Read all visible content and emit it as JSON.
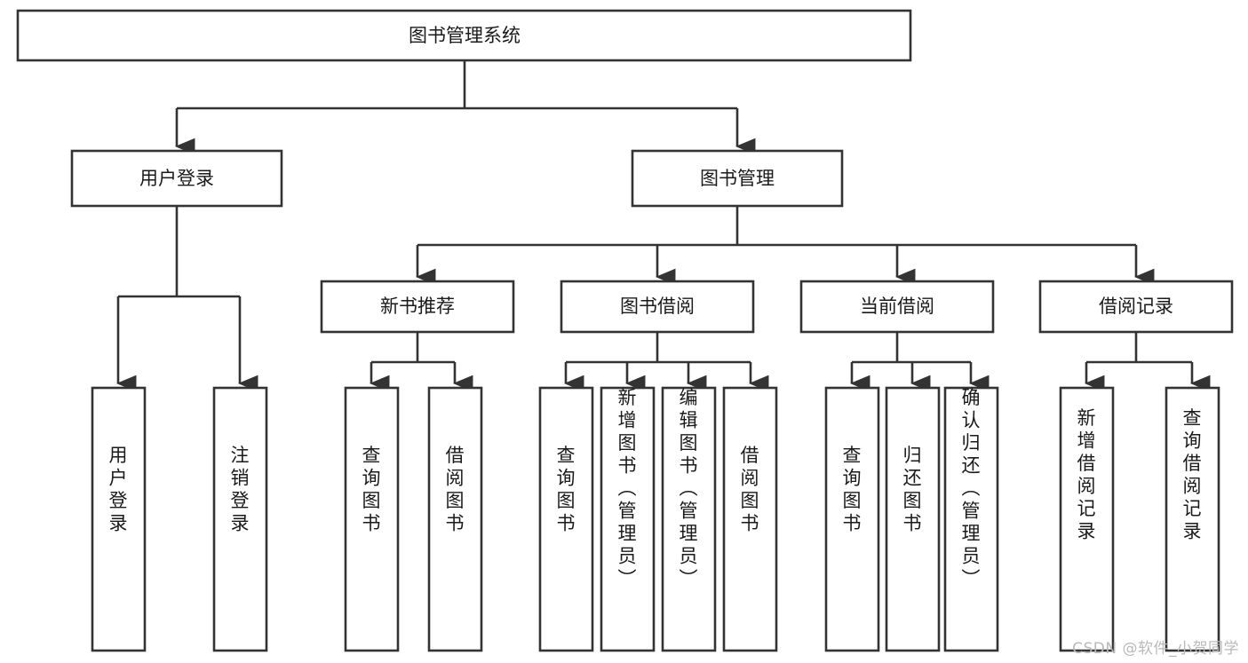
{
  "diagram": {
    "type": "tree-hierarchy",
    "title": "图书管理系统",
    "watermark": "CSDN @软件_小贺同学",
    "colors": {
      "stroke": "#333333",
      "fill": "#ffffff",
      "text": "#1a1a1a",
      "watermark": "#b9b9b9"
    },
    "levels": {
      "root": {
        "label": "图书管理系统"
      },
      "level1": [
        {
          "id": "user-login",
          "label": "用户登录"
        },
        {
          "id": "book-management",
          "label": "图书管理"
        }
      ],
      "level2": [
        {
          "id": "new-book-recommend",
          "label": "新书推荐",
          "parent": "book-management"
        },
        {
          "id": "book-borrow",
          "label": "图书借阅",
          "parent": "book-management"
        },
        {
          "id": "current-borrow",
          "label": "当前借阅",
          "parent": "book-management"
        },
        {
          "id": "borrow-record",
          "label": "借阅记录",
          "parent": "book-management"
        }
      ],
      "leaves": {
        "user-login": [
          {
            "id": "leaf-user-login",
            "label": "用户登录"
          },
          {
            "id": "leaf-user-logout",
            "label": "注销登录"
          }
        ],
        "new-book-recommend": [
          {
            "id": "leaf-query-book-1",
            "label": "查询图书"
          },
          {
            "id": "leaf-borrow-book-1",
            "label": "借阅图书"
          }
        ],
        "book-borrow": [
          {
            "id": "leaf-query-book-2",
            "label": "查询图书"
          },
          {
            "id": "leaf-add-book",
            "label": "新增图书（管理员）"
          },
          {
            "id": "leaf-edit-book",
            "label": "编辑图书（管理员）"
          },
          {
            "id": "leaf-borrow-book-2",
            "label": "借阅图书"
          }
        ],
        "current-borrow": [
          {
            "id": "leaf-query-book-3",
            "label": "查询图书"
          },
          {
            "id": "leaf-return-book",
            "label": "归还图书"
          },
          {
            "id": "leaf-confirm-return",
            "label": "确认归还（管理员）"
          }
        ],
        "borrow-record": [
          {
            "id": "leaf-add-record",
            "label": "新增借阅记录"
          },
          {
            "id": "leaf-query-record",
            "label": "查询借阅记录"
          }
        ]
      }
    }
  }
}
